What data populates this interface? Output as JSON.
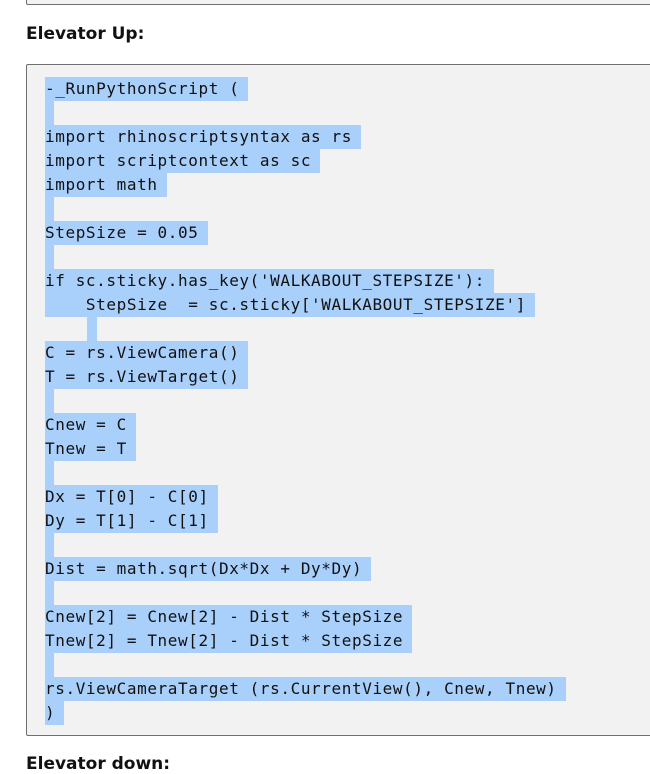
{
  "section_heading": "Elevator Up:",
  "next_section_heading": "Elevator down:",
  "selection_color": "#a9cffb",
  "code_block_background": "#f2f2f2",
  "code_lines": [
    "-_RunPythonScript (",
    "",
    "import rhinoscriptsyntax as rs",
    "import scriptcontext as sc",
    "import math",
    "",
    "StepSize = 0.05",
    "",
    "if sc.sticky.has_key('WALKABOUT_STEPSIZE'):",
    "    StepSize  = sc.sticky['WALKABOUT_STEPSIZE']",
    "",
    "C = rs.ViewCamera()",
    "T = rs.ViewTarget()",
    "",
    "Cnew = C",
    "Tnew = T",
    "",
    "Dx = T[0] - C[0]",
    "Dy = T[1] - C[1]",
    "",
    "Dist = math.sqrt(Dx*Dx + Dy*Dy)",
    "",
    "Cnew[2] = Cnew[2] - Dist * StepSize",
    "Tnew[2] = Tnew[2] - Dist * StepSize",
    "",
    "rs.ViewCameraTarget (rs.CurrentView(), Cnew, Tnew)",
    ")"
  ]
}
